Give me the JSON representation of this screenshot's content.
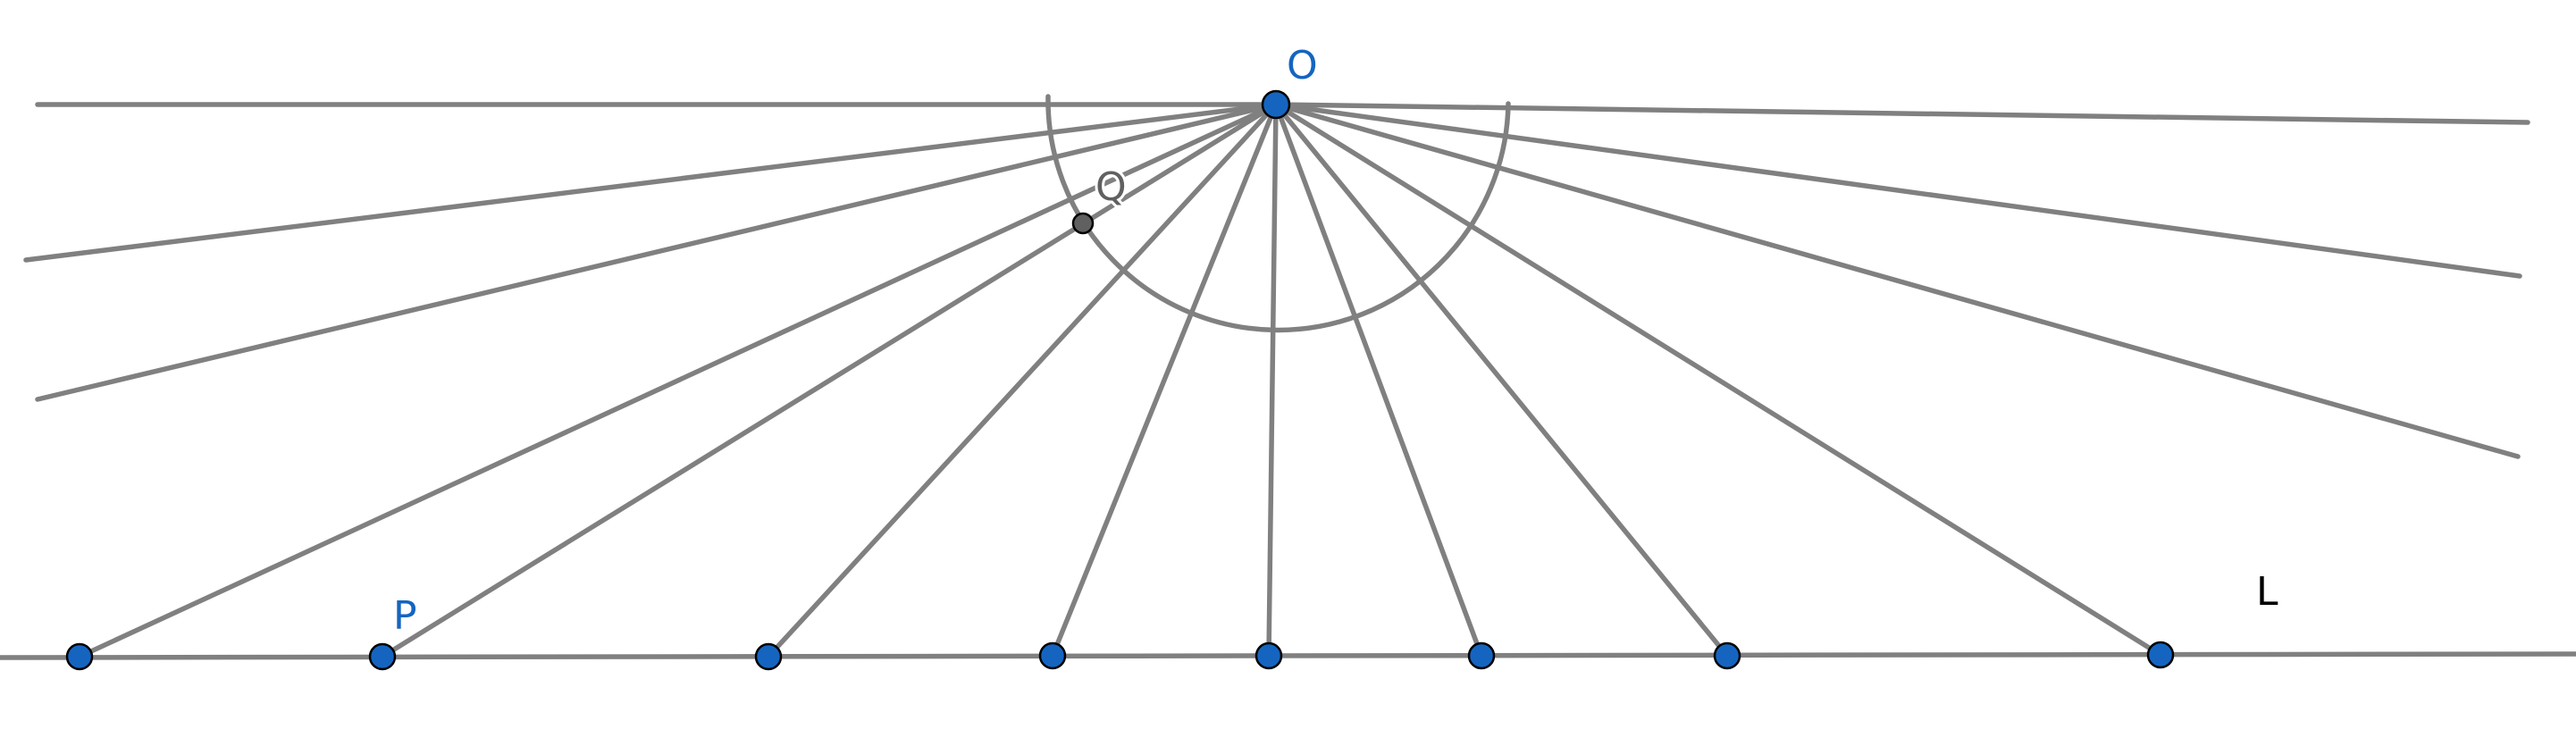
{
  "colors": {
    "line": "#808080",
    "point_blue": "#1565c0",
    "point_gray": "#606060",
    "label_blue": "#1565c0",
    "label_black": "#000000",
    "label_gray": "#606060"
  },
  "labels": {
    "origin": "O",
    "point_p": "P",
    "point_q": "Q",
    "line_l": "L"
  }
}
